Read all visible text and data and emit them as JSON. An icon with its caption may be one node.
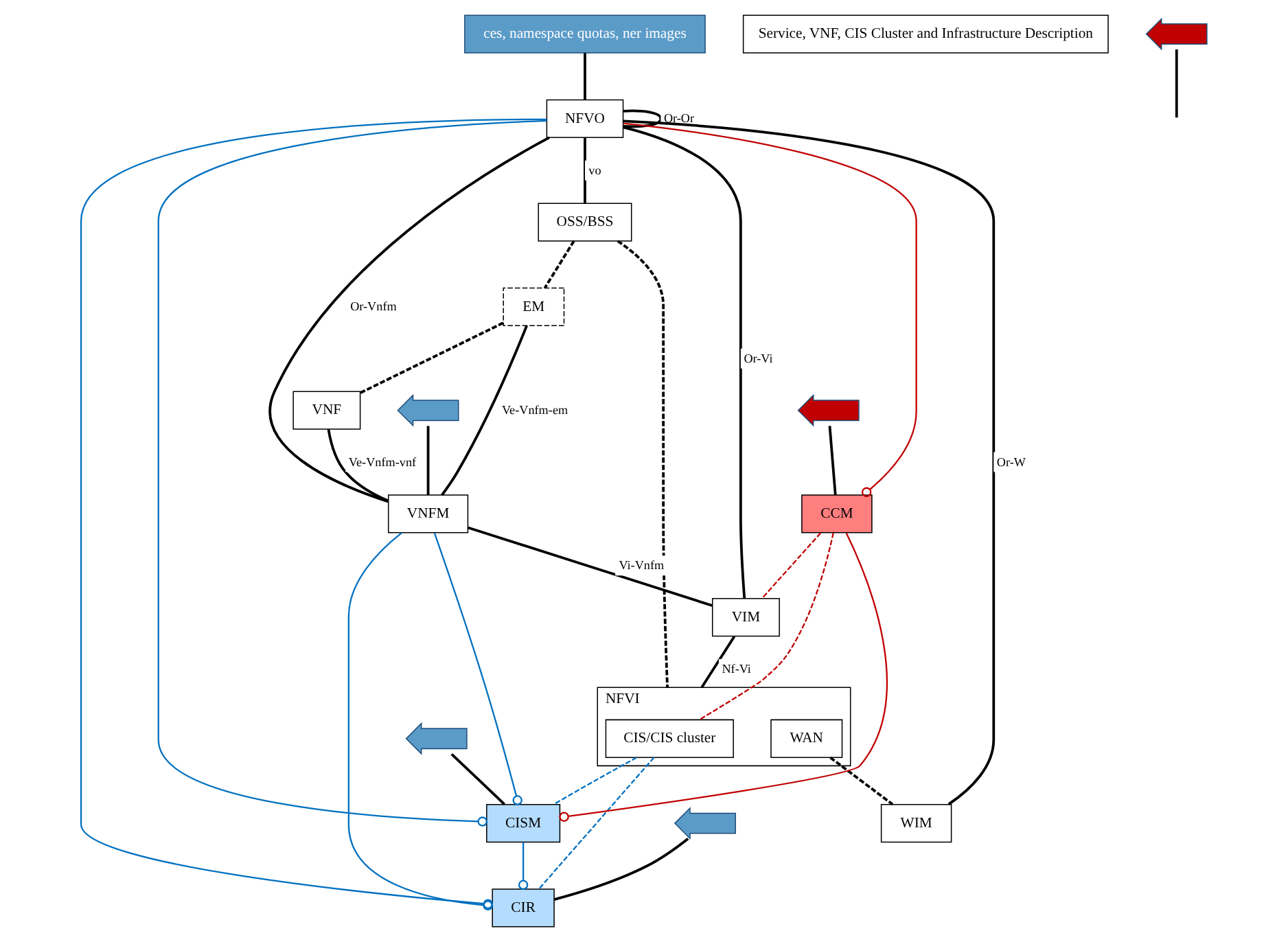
{
  "diagram": {
    "nodes": [
      {
        "text": [
          "ces, namespace quotas, ner images"
        ]
      },
      {
        "text": [
          "OSS/BSS"
        ]
      },
      {
        "text": [
          "NFVO"
        ]
      },
      {
        "text": [
          "Service, VNF, CIS Cluster and Infrastructure Description"
        ]
      },
      {
        "text": [],
        "shape": "callout"
      },
      {
        "text": [
          "EM"
        ]
      },
      {
        "text": [
          "VNF"
        ]
      },
      {
        "text": [
          "VNFM"
        ]
      },
      {
        "text": [],
        "shape": "callout"
      },
      {
        "text": [],
        "shape": "callout"
      },
      {
        "text": [
          "NFVI"
        ]
      },
      {
        "text": [
          "CIS/CIS cluster"
        ],
        "in": 10
      },
      {
        "text": [
          "CISM"
        ]
      },
      {
        "text": [
          "CCM"
        ]
      },
      {
        "text": [],
        "shape": "callout"
      },
      {
        "text": [
          "CIR"
        ]
      },
      {
        "text": [],
        "shape": "callout"
      },
      {
        "text": [
          "VIM"
        ]
      },
      {
        "text": [
          "WIM"
        ]
      },
      {
        "text": [
          "WAN"
        ],
        "in": 10
      }
    ],
    "edges": [
      {
        "from": 0,
        "to": 2,
        "arrow": "none"
      },
      {
        "from": 2,
        "to": 2,
        "label": "Or-Or",
        "arrow": "none"
      },
      {
        "from": 2,
        "to": 1,
        "label": "vo",
        "arrow": "none"
      },
      {
        "from": 1,
        "to": 5,
        "arrow": "none",
        "style": "dashed"
      },
      {
        "from": 5,
        "to": 6,
        "arrow": "none",
        "style": "dashed"
      },
      {
        "from": 1,
        "to": 10,
        "arrow": "none",
        "style": "dashed"
      },
      {
        "from": 5,
        "to": 7,
        "label": "Ve-Vnfm-em",
        "arrow": "none"
      },
      {
        "from": 6,
        "to": 7,
        "label": "Ve-Vnfm-vnf",
        "arrow": "none"
      },
      {
        "from": 2,
        "to": 7,
        "label": "Or-Vnfm",
        "arrow": "none"
      },
      {
        "from": 2,
        "to": 17,
        "label": "Or-Vi",
        "arrow": "none"
      },
      {
        "from": 2,
        "to": 18,
        "label": "Or-W",
        "arrow": "none"
      },
      {
        "from": 7,
        "to": 17,
        "label": "Vi-Vnfm",
        "arrow": "none"
      },
      {
        "from": 17,
        "to": 10,
        "label": "Nf-Vi",
        "arrow": "none"
      },
      {
        "from": 19,
        "to": 18,
        "arrow": "none",
        "style": "dashed"
      },
      {
        "from": 2,
        "to": 12,
        "arrow": "other",
        "color": "#0070c0"
      },
      {
        "from": 7,
        "to": 12,
        "arrow": "other",
        "color": "#0070c0"
      },
      {
        "from": 2,
        "to": 15,
        "arrow": "other",
        "color": "#0070c0"
      },
      {
        "from": 7,
        "to": 15,
        "arrow": "other",
        "color": "#0070c0"
      },
      {
        "from": 12,
        "to": 15,
        "arrow": "other",
        "color": "#0070c0"
      },
      {
        "from": 11,
        "to": 12,
        "arrow": "none",
        "style": "dashed",
        "color": "#0070c0"
      },
      {
        "from": 11,
        "to": 15,
        "arrow": "none",
        "style": "dashed",
        "color": "#0070c0"
      },
      {
        "from": 2,
        "to": 13,
        "arrow": "other",
        "color": "#c00000"
      },
      {
        "from": 13,
        "to": 12,
        "arrow": "other",
        "color": "#c00000"
      },
      {
        "from": 13,
        "to": 11,
        "arrow": "none",
        "style": "dashed",
        "color": "#c00000"
      },
      {
        "from": 13,
        "to": 17,
        "arrow": "none",
        "style": "dashed",
        "color": "#c00000"
      },
      {
        "from": 4,
        "to": 7,
        "arrow": "none"
      },
      {
        "from": 8,
        "to": 12,
        "arrow": "none"
      },
      {
        "from": 9,
        "to": 13,
        "arrow": "none"
      },
      {
        "from": 14,
        "to": null,
        "arrow": "none"
      },
      {
        "from": 16,
        "to": 15,
        "arrow": "none"
      }
    ]
  }
}
